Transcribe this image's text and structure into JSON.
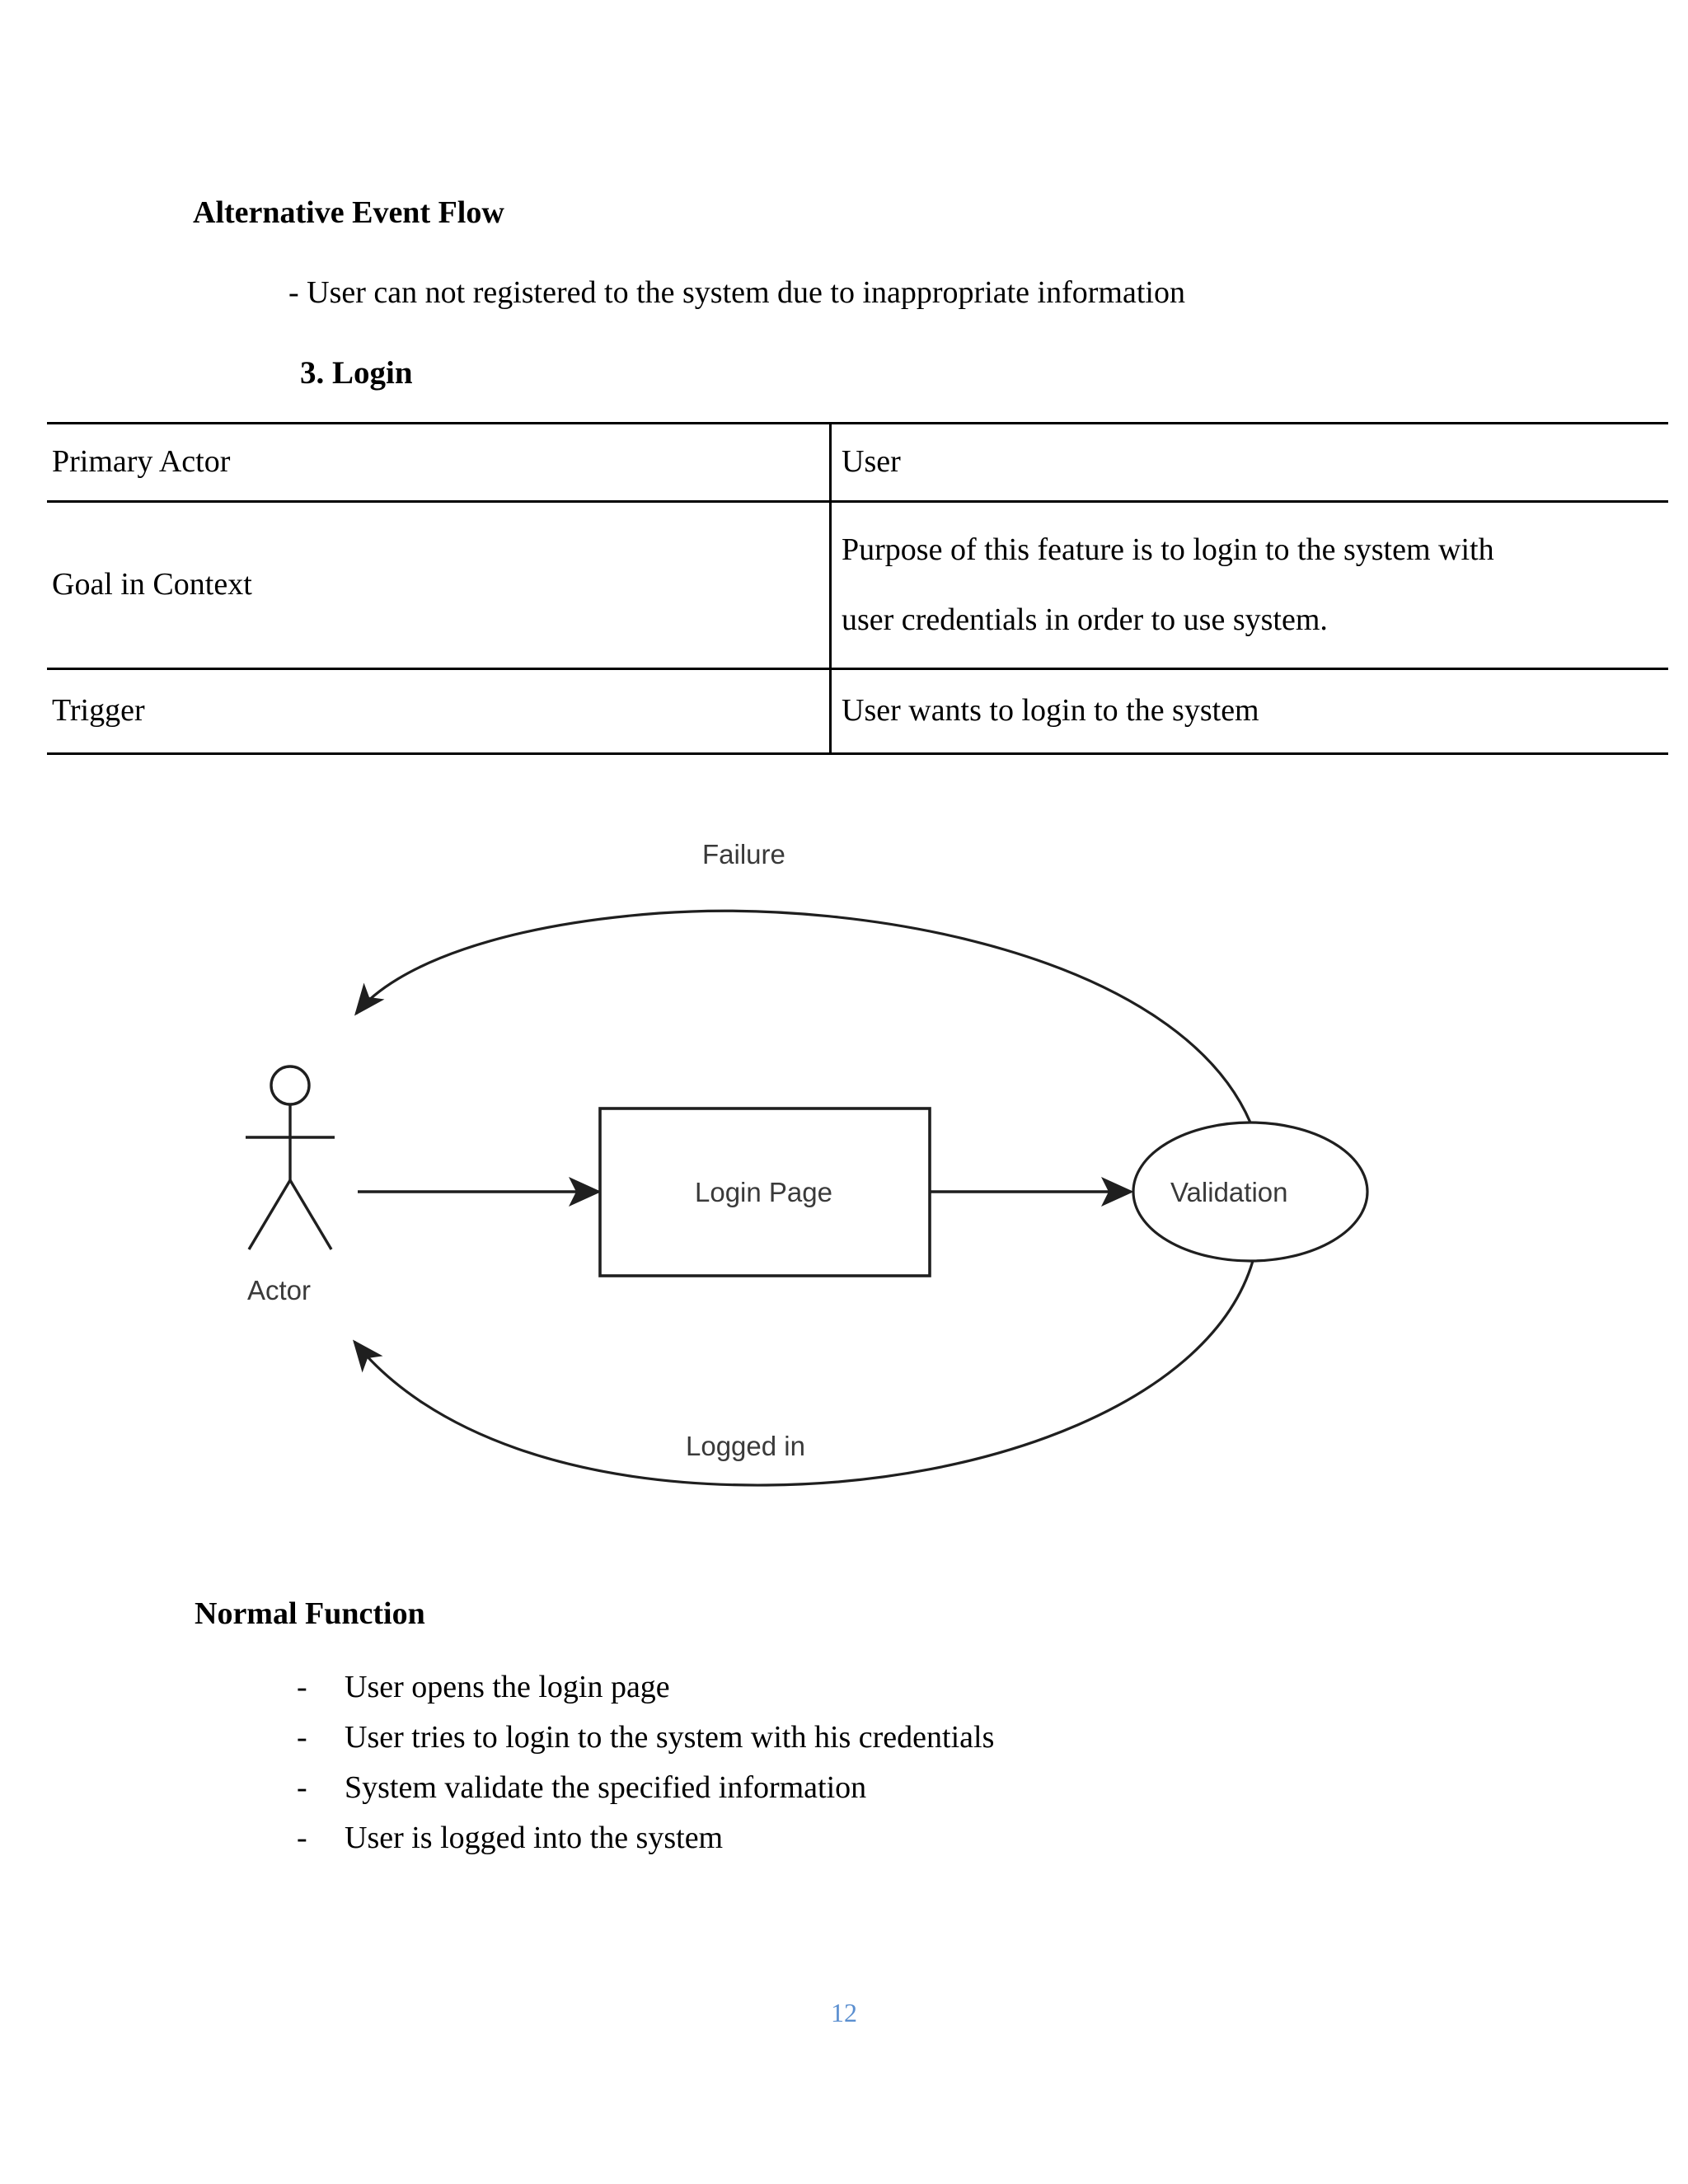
{
  "document": {
    "page_number": "12",
    "page_number_color": "#5b8fd0"
  },
  "sections": {
    "alternative_event_flow": {
      "heading": "Alternative Event Flow",
      "item": "- User can not registered to the system due to inappropriate information"
    },
    "login": {
      "heading": "3.  Login"
    },
    "normal_function": {
      "heading": "Normal Function",
      "bullet_marker": "-",
      "items": [
        "User opens the login page",
        "User tries to login to the system with his credentials",
        "System validate the specified information",
        "User is logged into the system"
      ]
    }
  },
  "use_case_table": {
    "rows": [
      {
        "label": "Primary Actor",
        "value": "User"
      },
      {
        "label": "Goal in Context",
        "value_line1": "Purpose of this feature is to login to the system with",
        "value_line2": "user credentials in order to use system."
      },
      {
        "label": "Trigger",
        "value": "User wants to login to the system"
      }
    ]
  },
  "diagram": {
    "type": "flow",
    "actor_label": "Actor",
    "login_page_label": "Login Page",
    "validation_label": "Validation",
    "failure_label": "Failure",
    "logged_in_label": "Logged in",
    "stroke_color": "#1f1f1f",
    "text_color": "#3a3a3a"
  }
}
